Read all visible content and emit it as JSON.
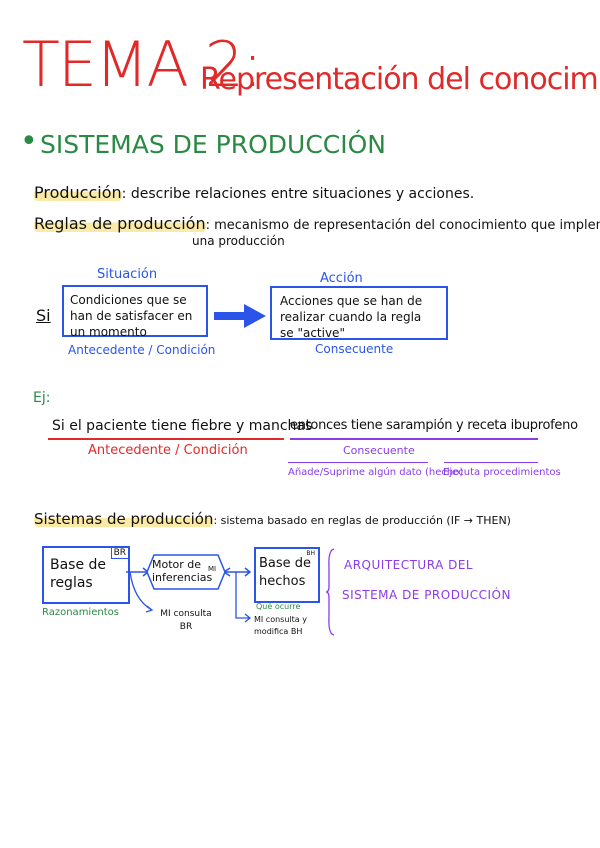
{
  "title": {
    "tema": "TEMA 2:",
    "subtitle": "Representación del conocimiento"
  },
  "section": {
    "bullet": "•",
    "heading": "SISTEMAS DE PRODUCCIÓN"
  },
  "definitions": [
    {
      "term": "Producción",
      "text": ": describe relaciones entre situaciones y acciones."
    },
    {
      "term": "Reglas de producción",
      "text": ": mecanismo de representación del conocimiento que implementa",
      "text2": "una producción"
    }
  ],
  "rule_diagram": {
    "si": "Si",
    "situacion": "Situación",
    "condition_box": "Condiciones que se han de satisfacer en un momento",
    "antecedent": "Antecedente / Condición",
    "accion": "Acción",
    "action_box": "Acciones que se han de realizar cuando la regla se \"active\"",
    "consequent": "Consecuente"
  },
  "example": {
    "label": "Ej:",
    "antecedent_text": "Si el paciente tiene fiebre y manchas",
    "consequent_text": "entonces tiene sarampión y receta ibuprofeno",
    "antecedent_label": "Antecedente / Condición",
    "consequent_label": "Consecuente",
    "sub1": "Añade/Suprime algún dato (hecho)",
    "sub2": "Ejecuta procedimientos"
  },
  "systems": {
    "term": "Sistemas de producción",
    "text": ": sistema basado en reglas de producción (IF → THEN)",
    "br_box": "Base de reglas",
    "br_tag": "BR",
    "br_note": "Razonamientos",
    "mi_box": "Motor de inferencias",
    "mi_tag": "MI",
    "mi_note": "MI consulta BR",
    "bh_box": "Base de hechos",
    "bh_tag": "BH",
    "bh_note": "Qué ocurre",
    "bh_note2": "MI consulta y modifica BH",
    "arch_line1": "ARQUITECTURA DEL",
    "arch_line2": "SISTEMA DE PRODUCCIÓN"
  },
  "colors": {
    "red": "#e02a2a",
    "green": "#2a8a45",
    "blue": "#2a55e8",
    "purple": "#8a3ce8",
    "highlight": "#fbeaa5"
  }
}
